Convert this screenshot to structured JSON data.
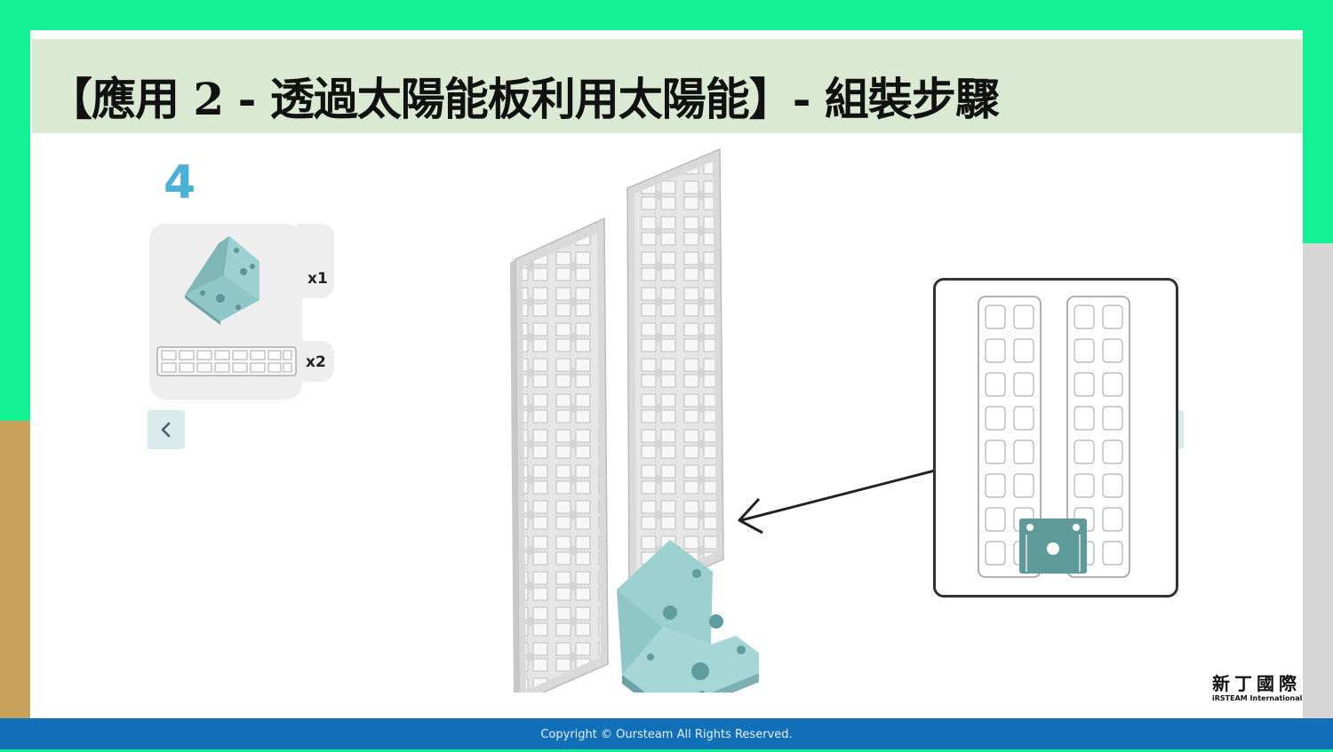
{
  "slide": {
    "title": "【應用 2 - 透過太陽能板利用太陽能】- 組裝步驟",
    "step_number": "4"
  },
  "parts": [
    {
      "icon": "corner-bracket-icon",
      "quantity": "x1"
    },
    {
      "icon": "long-frame-plate-icon",
      "quantity": "x2"
    }
  ],
  "navigation": {
    "prev_icon": "chevron-left-icon",
    "next_icon": "chevron-right-icon"
  },
  "logo": {
    "chinese": "新丁國際",
    "english": "iRSTEAM International"
  },
  "footer": {
    "copyright": "Copyright © Oursteam All Rights Reserved."
  },
  "colors": {
    "frame_green": "#14f094",
    "title_band": "#d9e9d2",
    "step_number": "#4ab2d8",
    "bracket_teal": "#8fc7c9",
    "footer_blue": "#1170b8",
    "frame_tan": "#c8a05a"
  }
}
